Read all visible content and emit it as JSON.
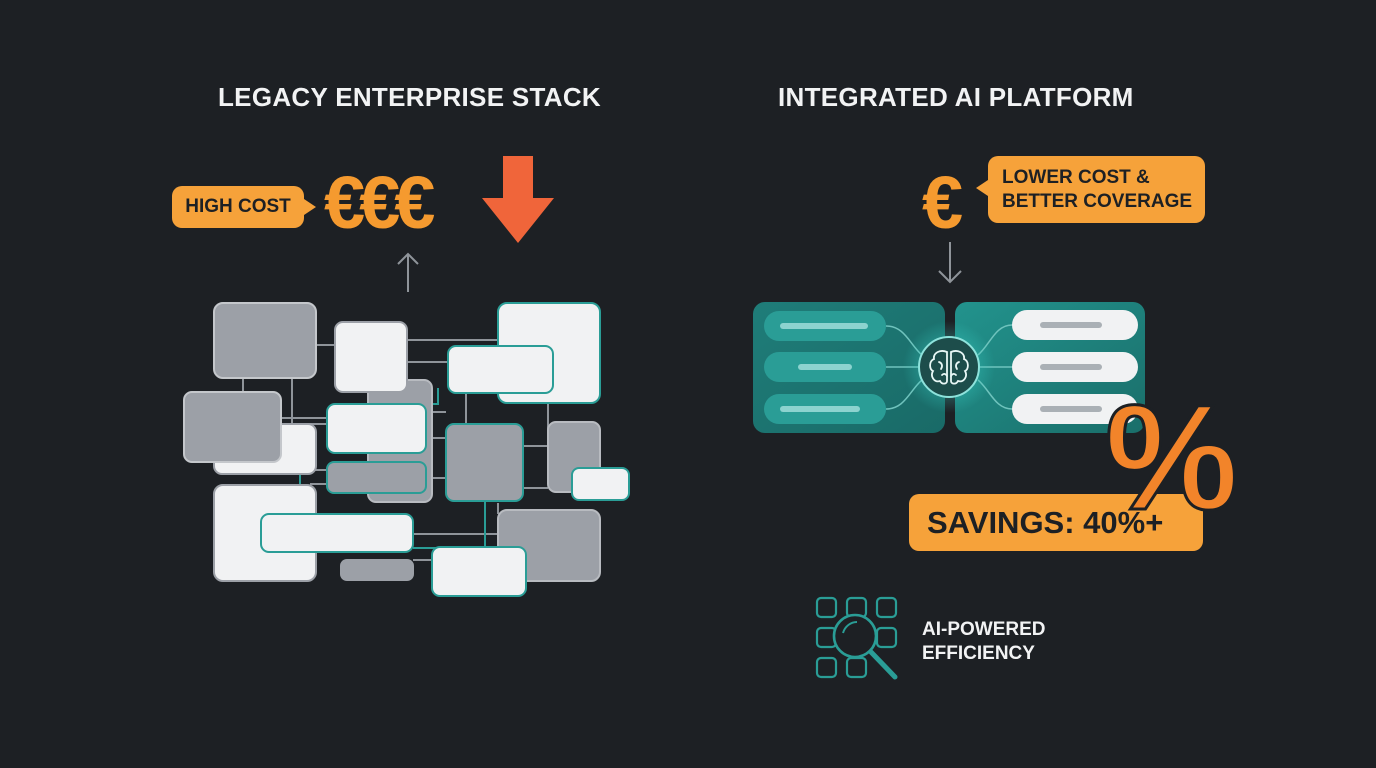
{
  "left_panel": {
    "title": "LEGACY ENTERPRISE STACK",
    "cost_tag": "HIGH COST",
    "cost_symbol": "€€€",
    "icons": [
      "arrow-up-icon",
      "arrow-down-icon"
    ]
  },
  "right_panel": {
    "title": "INTEGRATED AI PLATFORM",
    "cost_symbol": "€",
    "cost_tag_lines": [
      "LOWER COST &",
      "BETTER COVERAGE"
    ],
    "savings_label": "SAVINGS: 40%+",
    "percent_symbol": "%",
    "efficiency_lines": [
      "AI-POWERED",
      "EFFICIENCY"
    ],
    "icons": [
      "arrow-down-icon",
      "brain-icon",
      "magnifier-grid-icon"
    ]
  },
  "colors": {
    "background": "#1d2024",
    "accent_orange": "#f6a23a",
    "arrow_red_orange": "#f0653a",
    "teal": "#2a9d96",
    "gray_box": "#9ca0a7",
    "light_box": "#f1f2f3"
  }
}
